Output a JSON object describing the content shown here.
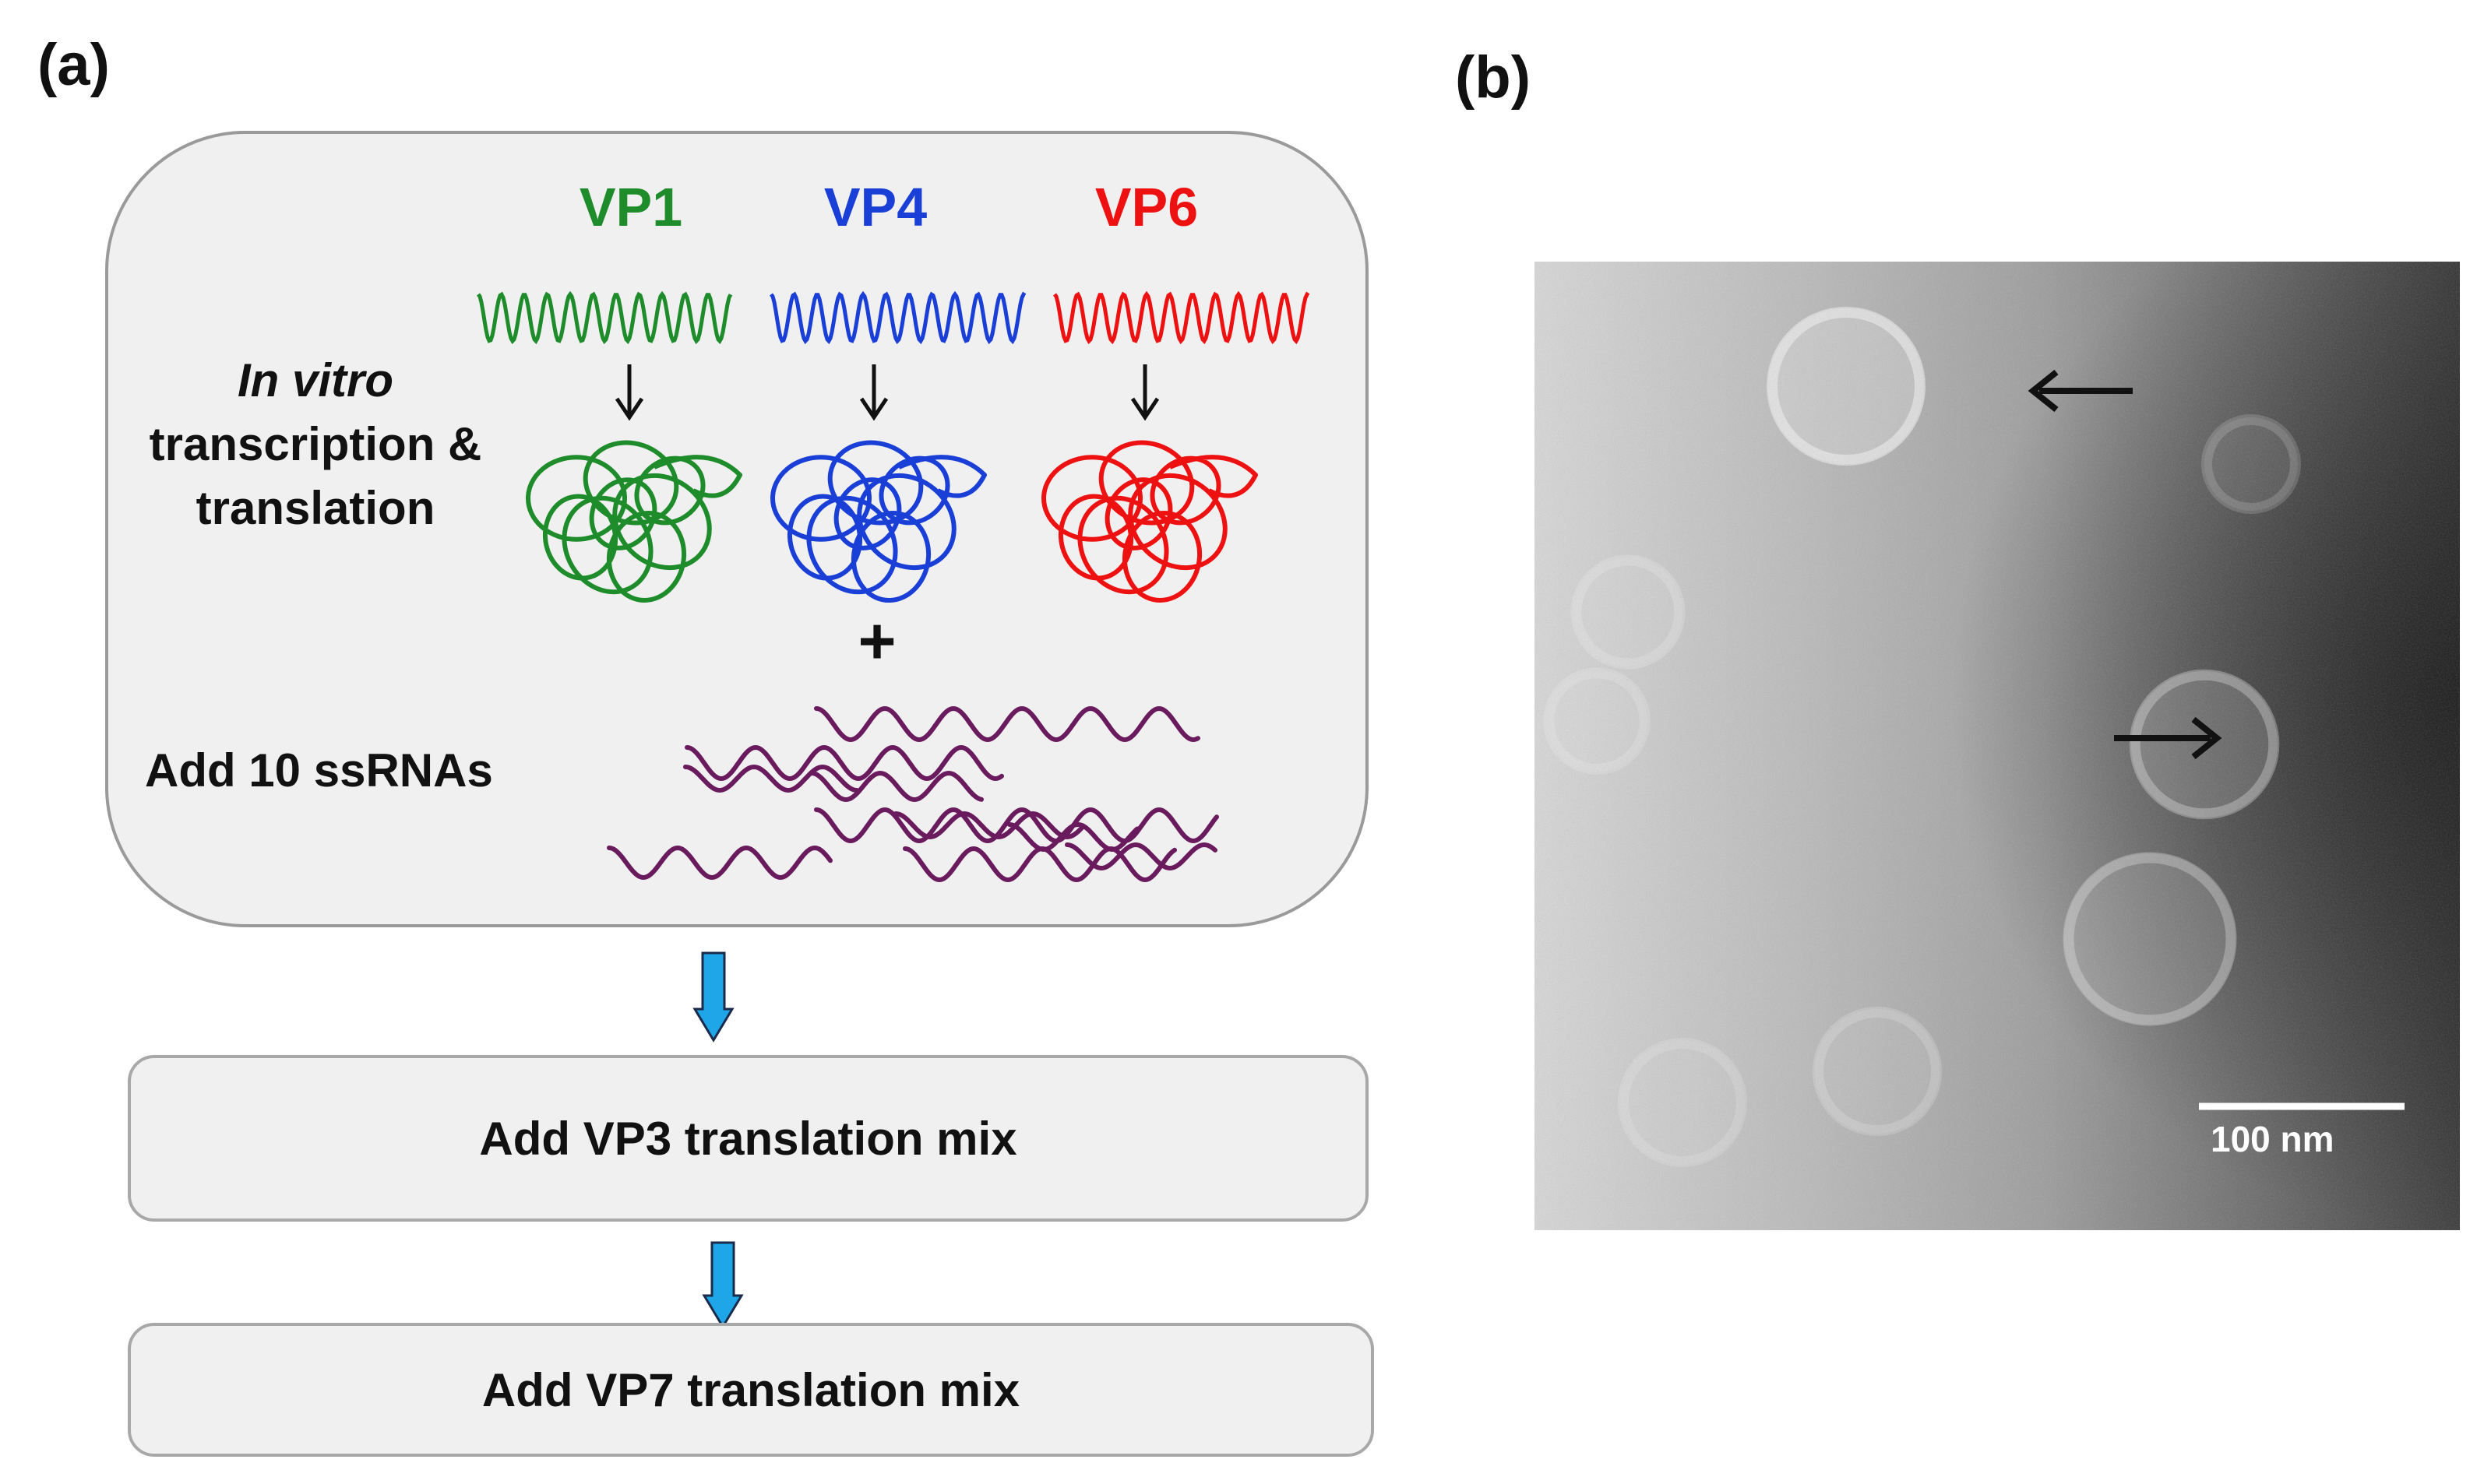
{
  "panel_a": {
    "label": "(a)",
    "proteins": [
      {
        "name": "VP1",
        "color": "#1e8c2a"
      },
      {
        "name": "VP4",
        "color": "#1a3fd6"
      },
      {
        "name": "VP6",
        "color": "#ee1111"
      }
    ],
    "step1_label_italic": "In vitro",
    "step1_label_rest": "transcription & translation",
    "plus_sign": "+",
    "ssrna_label": "Add 10 ssRNAs",
    "ssrna_color": "#6a1b5e",
    "flow_arrow_color": "#1fa6e8",
    "step2_label": "Add VP3 translation mix",
    "step3_label": "Add VP7 translation mix"
  },
  "panel_b": {
    "label": "(b)",
    "scale_bar_label": "100 nm"
  }
}
